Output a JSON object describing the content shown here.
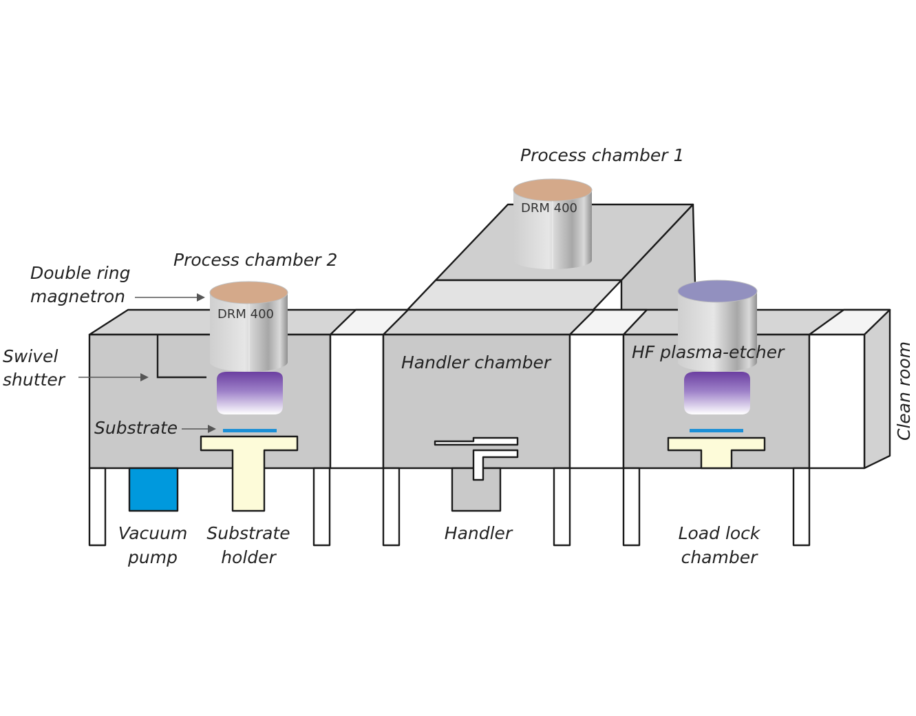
{
  "labels": {
    "process_chamber_1": "Process chamber 1",
    "process_chamber_2": "Process chamber 2",
    "double_ring_line1": "Double ring",
    "double_ring_line2": "magnetron",
    "swivel_line1": "Swivel",
    "swivel_line2": "shutter",
    "substrate": "Substrate",
    "handler_chamber": "Handler chamber",
    "hf_plasma_etcher": "HF plasma-etcher",
    "clean_room": "Clean room",
    "vacuum_line1": "Vacuum",
    "vacuum_line2": "pump",
    "substrate_holder_line1": "Substrate",
    "substrate_holder_line2": "holder",
    "handler": "Handler",
    "load_lock_line1": "Load lock",
    "load_lock_line2": "chamber",
    "drm_1": "DRM 400",
    "drm_2": "DRM 400"
  },
  "colors": {
    "chamber_front": "#c9c9c9",
    "chamber_top": "#d7d7d7",
    "connector": "#ffffff",
    "target_copper": "#d4a98a",
    "target_violet": "#9290bf",
    "plasma": "#6b3fa0",
    "substrate": "#1b8fd6",
    "holder": "#fdfbd9",
    "vacuum_pump": "#0099dd"
  }
}
